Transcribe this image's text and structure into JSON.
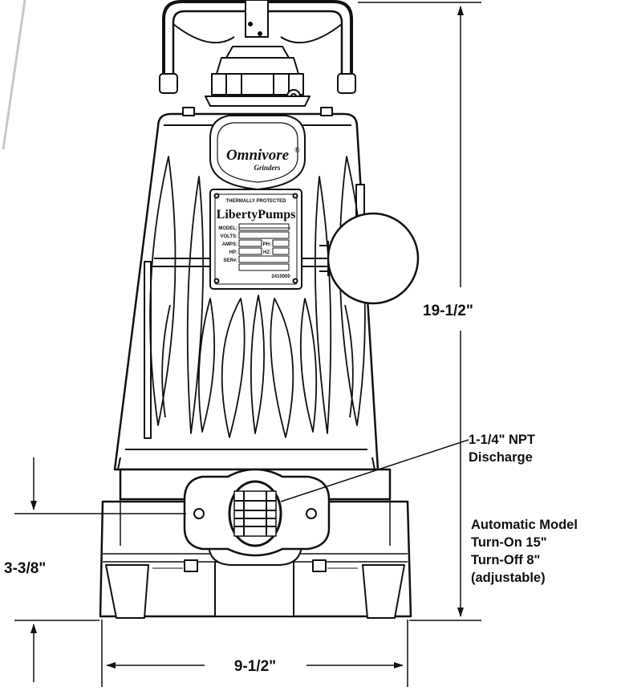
{
  "labels": {
    "height": "19-1/2\"",
    "discharge_line1": "1-1/4\" NPT",
    "discharge_line2": "Discharge",
    "auto_line1": "Automatic Model",
    "auto_line2": "Turn-On 15\"",
    "auto_line3": "Turn-Off 8\"",
    "auto_line4": "(adjustable)",
    "inlet_height": "3-3/8\"",
    "width": "9-1/2\""
  },
  "logo": {
    "brand": "Omnivore",
    "registered": "®",
    "sub": "Grinders"
  },
  "nameplate": {
    "header": "THERMALLY PROTECTED",
    "brand": "LibertyPumps",
    "fields": [
      "MODEL:",
      "VOLTS:",
      "AMPS:",
      "HP:",
      "SER#:"
    ],
    "sub_fields": [
      "PH:",
      "HZ:"
    ],
    "part_number": "2410000"
  },
  "colors": {
    "ink": "#111111",
    "accent_stroke": "#c8c8c8",
    "paper": "#ffffff"
  }
}
